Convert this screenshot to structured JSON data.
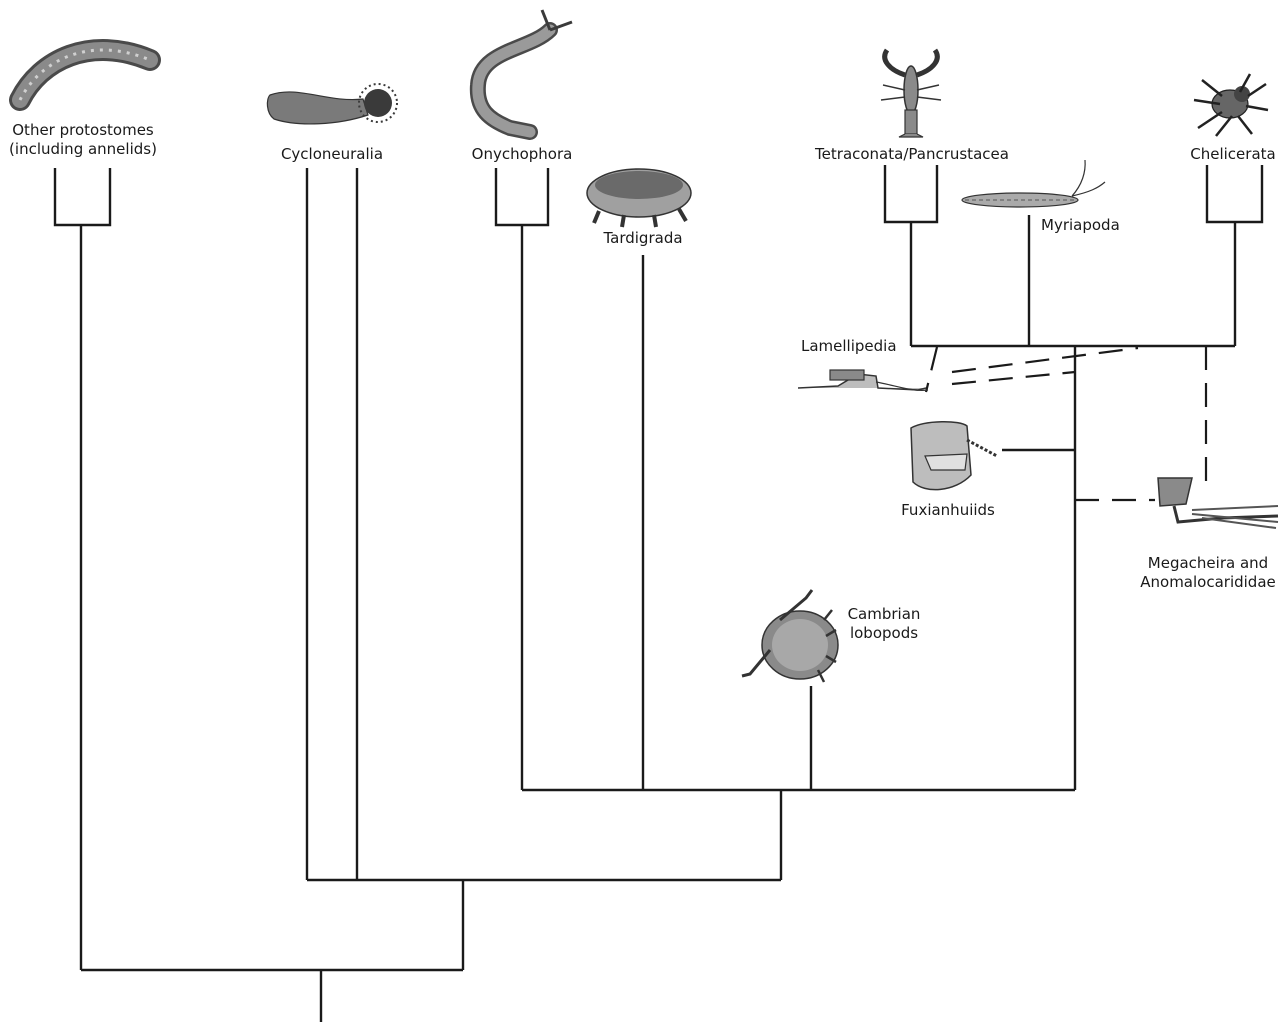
{
  "taxa": {
    "other_protostomes": {
      "line1": "Other protostomes",
      "line2": "(including annelids)",
      "icon": "annelid-worm-icon"
    },
    "cycloneuralia": {
      "label": "Cycloneuralia",
      "icon": "priapulid-worm-icon"
    },
    "onychophora": {
      "label": "Onychophora",
      "icon": "velvet-worm-icon"
    },
    "tardigrada": {
      "label": "Tardigrada",
      "icon": "tardigrade-icon"
    },
    "tetraconata": {
      "label": "Tetraconata/Pancrustacea",
      "icon": "lobster-icon"
    },
    "myriapoda": {
      "label": "Myriapoda",
      "icon": "centipede-icon"
    },
    "chelicerata": {
      "label": "Chelicerata",
      "icon": "spider-icon"
    },
    "lamellipedia": {
      "label": "Lamellipedia",
      "icon": "lamellipedian-fossil-icon"
    },
    "fuxianhuiids": {
      "label": "Fuxianhuiids",
      "icon": "fuxianhuiid-head-icon"
    },
    "megacheira": {
      "line1": "Megacheira and",
      "line2": "Anomalocarididae",
      "icon": "great-appendage-icon"
    },
    "cambrian_lobopods": {
      "line1": "Cambrian",
      "line2": "lobopods",
      "icon": "lobopod-icon"
    }
  },
  "colors": {
    "line": "#1a1a1a",
    "icon_fill": "#8a8a8a",
    "icon_dark": "#4a4a4a",
    "background": "#ffffff"
  }
}
